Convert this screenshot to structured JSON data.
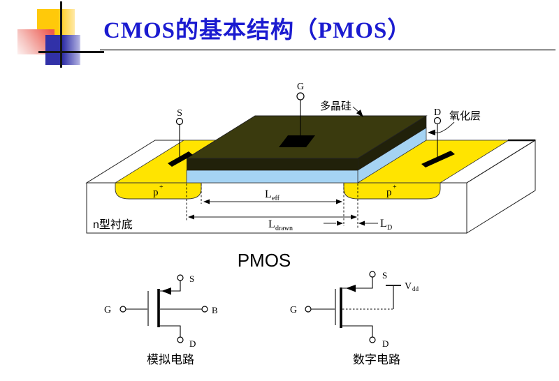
{
  "slide": {
    "title": "CMOS的基本结构（PMOS）",
    "section_heading": "PMOS"
  },
  "colors": {
    "title_blue": "#1b1bd0",
    "diffusion_yellow": "#ffe400",
    "oxide_blue": "#a5d3f3",
    "poly_top": "#3a3a0e",
    "poly_front": "#21210a",
    "contact_black": "#000000",
    "deco_yellow": "#ffc90a",
    "deco_blue": "#3131a8",
    "deco_pink": "#ec5a50"
  },
  "structure": {
    "terminal_source": "S",
    "terminal_gate": "G",
    "terminal_drain": "D",
    "label_polysilicon": "多晶硅",
    "label_oxide": "氧化层",
    "label_p_plus": "p",
    "label_p_plus_sup": "+",
    "label_substrate": "n型衬底",
    "dim_leff_main": "L",
    "dim_leff_sub": "eff",
    "dim_ldrawn_main": "L",
    "dim_ldrawn_sub": "drawn",
    "dim_ld_main": "L",
    "dim_ld_sub": "D"
  },
  "analog_circuit": {
    "gate": "G",
    "source": "S",
    "bulk": "B",
    "drain": "D",
    "caption": "模拟电路"
  },
  "digital_circuit": {
    "gate": "G",
    "source": "S",
    "drain": "D",
    "vdd_main": "V",
    "vdd_sub": "dd",
    "caption": "数字电路"
  }
}
